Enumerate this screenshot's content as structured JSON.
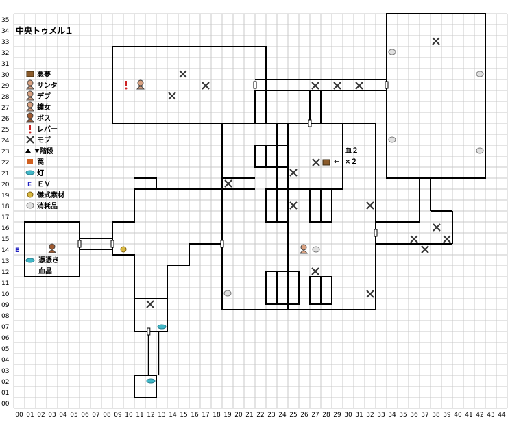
{
  "map": {
    "title": "中央トゥメル１",
    "axis": {
      "x_labels": [
        "00",
        "01",
        "02",
        "03",
        "04",
        "05",
        "06",
        "07",
        "08",
        "09",
        "10",
        "11",
        "12",
        "13",
        "14",
        "15",
        "16",
        "17",
        "18",
        "19",
        "20",
        "21",
        "22",
        "23",
        "24",
        "25",
        "26",
        "27",
        "28",
        "29",
        "30",
        "31",
        "32",
        "33",
        "34",
        "35",
        "36",
        "37",
        "38",
        "39",
        "40",
        "41",
        "42",
        "43",
        "44"
      ],
      "y_labels": [
        "00",
        "01",
        "02",
        "03",
        "04",
        "05",
        "06",
        "07",
        "08",
        "09",
        "10",
        "11",
        "12",
        "13",
        "14",
        "15",
        "16",
        "17",
        "18",
        "19",
        "20",
        "21",
        "22",
        "23",
        "24",
        "25",
        "26",
        "27",
        "28",
        "29",
        "30",
        "31",
        "32",
        "33",
        "34",
        "35"
      ]
    },
    "legend": [
      {
        "icon": "chest-icon",
        "label": "悪夢"
      },
      {
        "icon": "npc-icon",
        "label": "サンタ"
      },
      {
        "icon": "npc-icon",
        "label": "デブ"
      },
      {
        "icon": "npc-icon",
        "label": "鐘女"
      },
      {
        "icon": "boss-icon",
        "label": "ボス"
      },
      {
        "icon": "lever-icon",
        "label": "レバー"
      },
      {
        "icon": "mob-icon",
        "label": "モブ"
      },
      {
        "icon": "stairs-icon",
        "label": "階段"
      },
      {
        "icon": "trap-icon",
        "label": "罠"
      },
      {
        "icon": "lamp-icon",
        "label": "灯"
      },
      {
        "icon": "ev-icon",
        "label": "ＥＶ"
      },
      {
        "icon": "ritual-icon",
        "label": "儀式素材"
      },
      {
        "icon": "consumable-icon",
        "label": "消耗品"
      }
    ],
    "annotations": {
      "blood_line1": "血２",
      "blood_arrow": "←",
      "blood_line2": "×２",
      "lamp_line1": "憑憑き",
      "lamp_line2": "血晶",
      "ev_marker": "E"
    },
    "colors": {
      "grid": "#c8c8c8",
      "wall": "#000000",
      "lamp": "#40b8c8",
      "lever": "#cc2222",
      "trap": "#d06020",
      "ev": "#2020c0",
      "ritual": "#d8b840"
    }
  }
}
